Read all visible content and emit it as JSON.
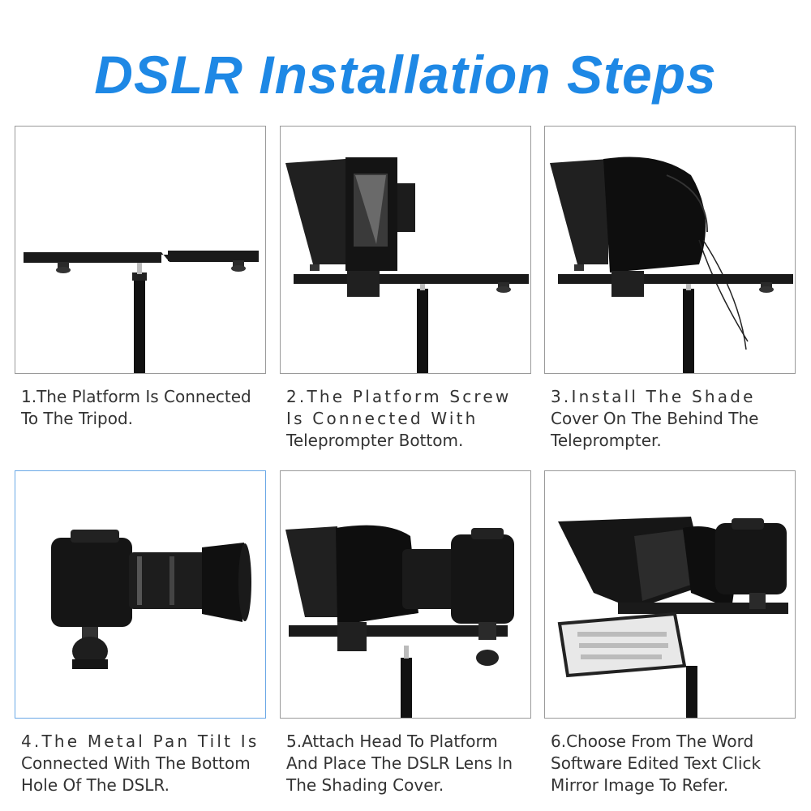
{
  "title": "DSLR Installation Steps",
  "colors": {
    "title": "#1e88e5",
    "frame_border": "#9a9a9a",
    "frame_border_highlight": "#6aa8e6",
    "caption_text": "#333333"
  },
  "steps": [
    {
      "lines": [
        "1.The Platform Is Connected",
        "To The Tripod."
      ]
    },
    {
      "lines": [
        "2.The Platform Screw",
        "Is Connected With",
        "Teleprompter Bottom."
      ]
    },
    {
      "lines": [
        "3.Install The Shade",
        "Cover On The Behind The",
        "Teleprompter."
      ]
    },
    {
      "lines": [
        "4.The Metal Pan Tilt Is",
        "Connected With The Bottom",
        "Hole Of The DSLR."
      ]
    },
    {
      "lines": [
        "5.Attach Head To Platform",
        "And Place The DSLR Lens In",
        "The Shading Cover."
      ]
    },
    {
      "lines": [
        "6.Choose From The Word",
        "Software Edited Text Click",
        "Mirror Image To Refer."
      ]
    }
  ]
}
